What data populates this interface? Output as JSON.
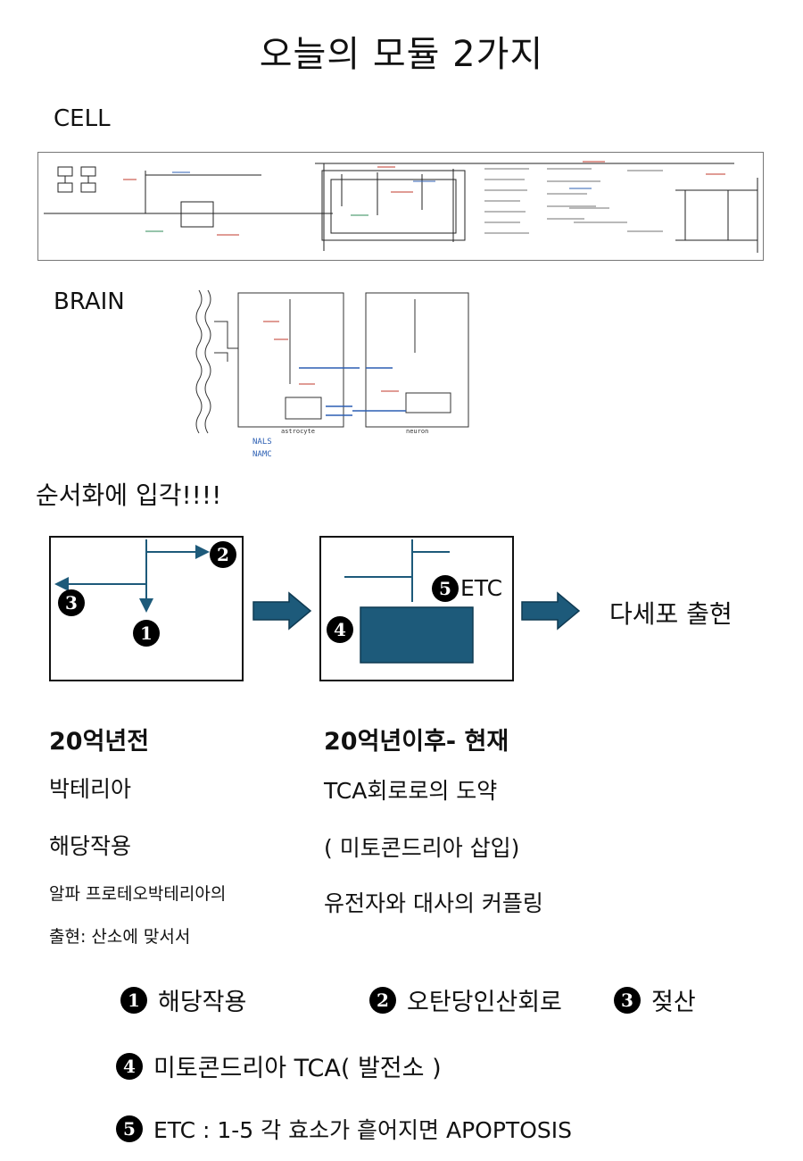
{
  "title": "오늘의 모듈 2가지",
  "cell_label": "CELL",
  "brain_label": "BRAIN",
  "brain_notes": [
    "NALS",
    "NAMC"
  ],
  "brain_compartments": [
    "astrocyte",
    "neuron"
  ],
  "principle": "순서화에 입각!!!!",
  "diagram": {
    "markers": [
      "1",
      "2",
      "3",
      "4",
      "5"
    ],
    "etc_label": "ETC",
    "outcome": "다세포 출현"
  },
  "left_col": {
    "heading": "20억년전",
    "line1": "박테리아",
    "line2": "해당작용",
    "line3": "알파 프로테오박테리아의",
    "line4": "출현: 산소에 맞서서"
  },
  "right_col": {
    "heading": "20억년이후- 현재",
    "line1": "TCA회로로의 도약",
    "line2": "( 미토콘드리아 삽입)",
    "line3": "유전자와 대사의 커플링"
  },
  "legend": {
    "item1": "해당작용",
    "item2": "오탄당인산회로",
    "item3": "젖산",
    "item4": "미토콘드리아 TCA( 발전소 )",
    "item5": "ETC : 1-5 각 효소가 흩어지면 APOPTOSIS"
  },
  "colors": {
    "accent": "#1d5a7a",
    "sketch_red": "#c0392b",
    "sketch_blue": "#2c5fb3",
    "sketch_green": "#2e8b57"
  }
}
